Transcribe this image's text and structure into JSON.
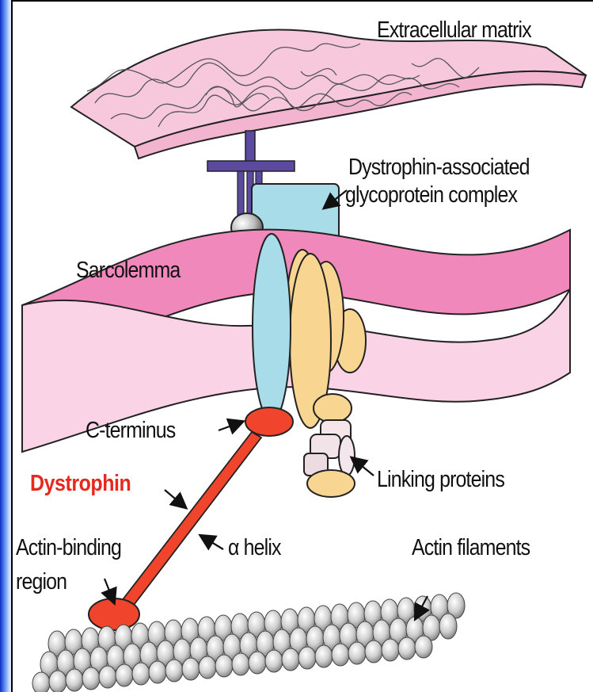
{
  "diagram": {
    "labels": {
      "extracellular_matrix": "Extracellular matrix",
      "dgc_line1": "Dystrophin-associated",
      "dgc_line2": "glycoprotein complex",
      "sarcolemma": "Sarcolemma",
      "c_terminus": "C-terminus",
      "dystrophin": "Dystrophin",
      "linking_proteins": "Linking proteins",
      "alpha_helix": "α helix",
      "actin_binding_line1": "Actin-binding",
      "actin_binding_line2": "region",
      "actin_filaments": "Actin filaments"
    },
    "colors": {
      "matrix_pink": "#f7c8dc",
      "sarcolemma_top": "#f088bc",
      "sarcolemma_side": "#fbd3e6",
      "dgc_blue": "#a8dce8",
      "linking_yellow": "#f8d590",
      "dystrophin_red": "#f0452c",
      "anchor_purple": "#5b4aa0",
      "actin_gray": "#bdbdbd",
      "frame_blue": "#1a3fd0"
    }
  }
}
